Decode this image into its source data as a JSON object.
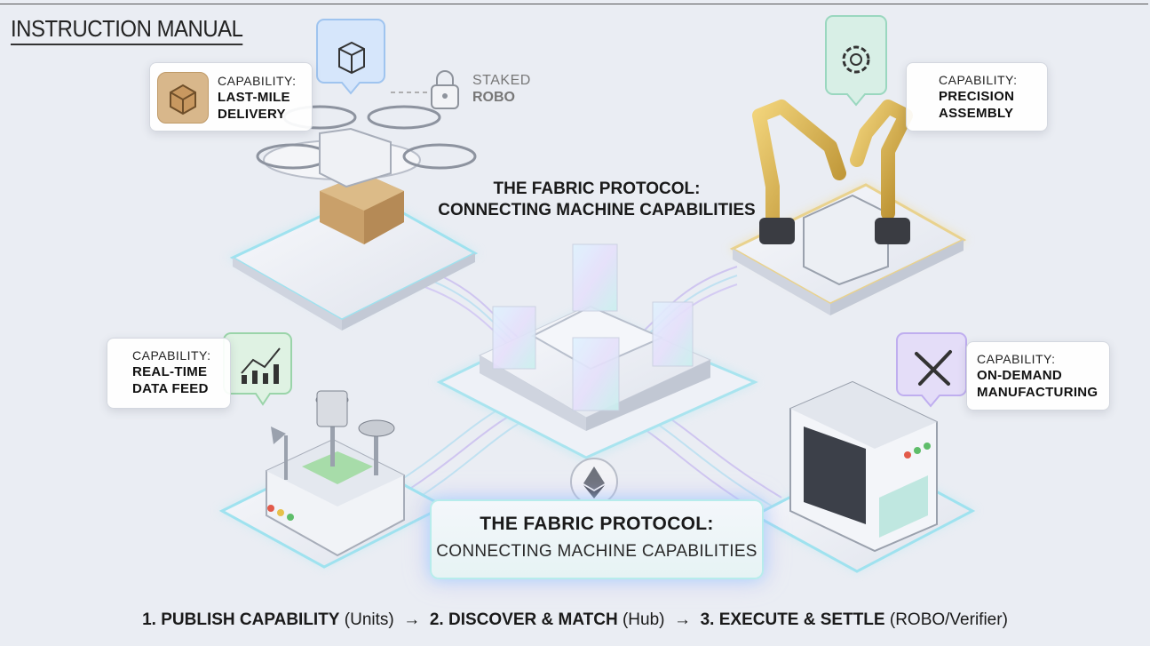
{
  "header": {
    "title": "INSTRUCTION MANUAL"
  },
  "capabilities": [
    {
      "prefix": "CAPABILITY:",
      "name_line1": "LAST-MILE",
      "name_line2": "DELIVERY",
      "icon": "package-icon",
      "accent": "#c8a57a"
    },
    {
      "prefix": "CAPABILITY:",
      "name_line1": "PRECISION",
      "name_line2": "ASSEMBLY",
      "icon": "gear-icon",
      "accent": "#b7e3cf"
    },
    {
      "prefix": "CAPABILITY:",
      "name_line1": "REAL-TIME",
      "name_line2": "DATA FEED",
      "icon": "bar-chart-icon",
      "accent": "#b9e6c5"
    },
    {
      "prefix": "CAPABILITY:",
      "name_line1": "ON-DEMAND",
      "name_line2": "MANUFACTURING",
      "icon": "wrench-icon",
      "accent": "#cdbff0"
    }
  ],
  "staked": {
    "line1": "STAKED",
    "line2": "ROBO",
    "icon": "lock-icon"
  },
  "center": {
    "line1": "THE FABRIC PROTOCOL:",
    "line2": "CONNECTING MACHINE CAPABILITIES"
  },
  "bottom_card": {
    "line1": "THE FABRIC PROTOCOL:",
    "line2": "CONNECTING MACHINE CAPABILITIES",
    "icon": "ethereum-icon"
  },
  "steps": [
    {
      "label": "1. PUBLISH CAPABILITY",
      "detail": "(Units)"
    },
    {
      "label": "2. DISCOVER & MATCH",
      "detail": "(Hub)"
    },
    {
      "label": "3. EXECUTE & SETTLE",
      "detail": "(ROBO/Verifier)"
    }
  ],
  "arrow": "→",
  "colors": {
    "glow_cyan": "#9fe6f2",
    "glow_violet": "#c7b2f2",
    "robot_yellow": "#d9b24a",
    "background": "#eaedf3"
  }
}
